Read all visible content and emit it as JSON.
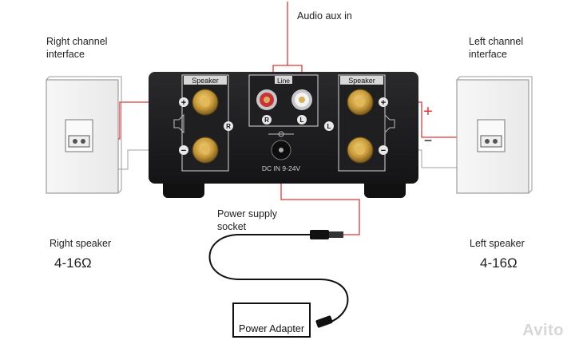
{
  "labels": {
    "audio_aux_in": "Audio aux in",
    "right_channel_interface": "Right channel\ninterface",
    "left_channel_interface": "Left channel\ninterface",
    "power_supply_socket": "Power supply\nsocket",
    "right_speaker": "Right speaker",
    "left_speaker": "Left speaker",
    "right_impedance": "4-16Ω",
    "left_impedance": "4-16Ω",
    "power_adapter": "Power  Adapter"
  },
  "amplifier": {
    "speaker_left_label": "Speaker",
    "speaker_right_label": "Speaker",
    "line_label": "Line",
    "r_mark": "R",
    "l_mark": "L",
    "dc_in": "DC IN 9-24V",
    "plus": "+",
    "minus": "−"
  },
  "polarity": {
    "plus": "+",
    "minus": "−"
  },
  "watermark": "Avito",
  "colors": {
    "wire_red": "#e53535",
    "wire_gray": "#b5b5b5",
    "chassis": "#1b1b1d",
    "terminal_gold": "#c79a3a"
  }
}
